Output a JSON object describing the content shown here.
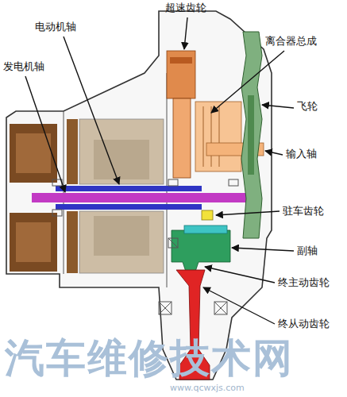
{
  "diagram": {
    "labels": [
      "超速齿轮",
      "电动机轴",
      "离合器总成",
      "发电机轴",
      "飞轮",
      "输入轴",
      "驻车齿轮",
      "副轴",
      "终主动齿轮",
      "终从动齿轮",
      "汽车维修技术网",
      "www.qcwxjs.com"
    ]
  }
}
